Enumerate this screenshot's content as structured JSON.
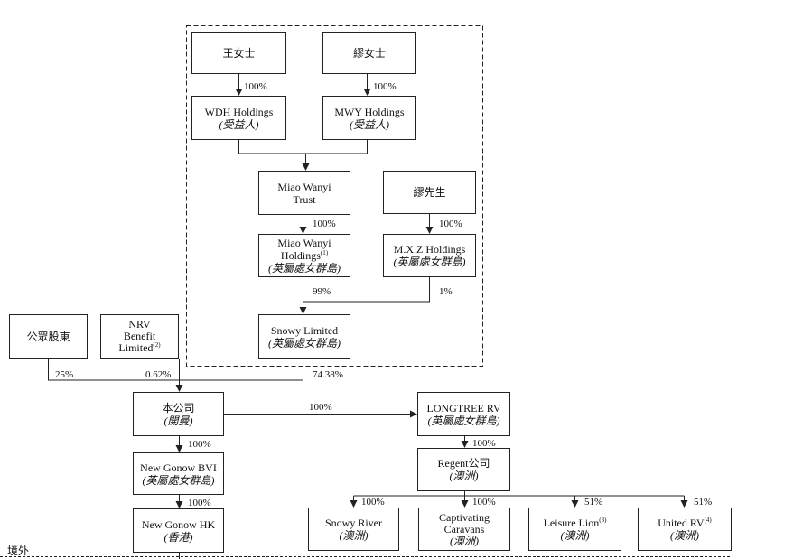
{
  "boxes": {
    "wang": {
      "name": "王女士"
    },
    "miao_ms": {
      "name": "繆女士"
    },
    "wdh": {
      "name": "WDH Holdings",
      "note": "(受益人)"
    },
    "mwy": {
      "name": "MWY Holdings",
      "note": "(受益人)"
    },
    "trust": {
      "line1": "Miao Wanyi",
      "line2": "Trust"
    },
    "miao_mr": {
      "name": "繆先生"
    },
    "mwy_holdings": {
      "line1": "Miao Wanyi",
      "line2": "Holdings",
      "footnote": "(1)",
      "note": "(英屬處女群島)"
    },
    "mxz": {
      "name": "M.X.Z Holdings",
      "note": "(英屬處女群島)"
    },
    "public": {
      "name": "公眾股東"
    },
    "nrv": {
      "line1": "NRV",
      "line2": "Benefit",
      "line3": "Limited",
      "footnote": "(2)"
    },
    "snowy_ltd": {
      "name": "Snowy Limited",
      "note": "(英屬處女群島)"
    },
    "company": {
      "name": "本公司",
      "note": "(開曼)"
    },
    "longtree": {
      "name": "LONGTREE RV",
      "note": "(英屬處女群島)"
    },
    "regent": {
      "name": "Regent公司",
      "note": "(澳洲)"
    },
    "gonow_bvi": {
      "name": "New Gonow BVI",
      "note": "(英屬處女群島)"
    },
    "gonow_hk": {
      "name": "New Gonow HK",
      "note": "(香港)"
    },
    "snowy_river": {
      "name": "Snowy River",
      "note": "(澳洲)"
    },
    "captivating": {
      "line1": "Captivating",
      "line2": "Caravans",
      "note": "(澳洲)"
    },
    "leisure": {
      "name": "Leisure Lion",
      "footnote": "(3)",
      "note": "(澳洲)"
    },
    "united": {
      "name": "United RV",
      "footnote": "(4)",
      "note": "(澳洲)"
    }
  },
  "percentages": {
    "wang_wdh": "100%",
    "miao_mwy": "100%",
    "trust_holdings": "100%",
    "mr_mxz": "100%",
    "holdings_snowy": "99%",
    "mxz_snowy": "1%",
    "public": "25%",
    "nrv": "0.62%",
    "snowy_company": "74.38%",
    "company_longtree": "100%",
    "longtree_regent": "100%",
    "company_bvi": "100%",
    "bvi_hk": "100%",
    "regent_snowy_river": "100%",
    "regent_captivating": "100%",
    "regent_leisure": "51%",
    "regent_united": "51%"
  },
  "labels": {
    "offshore": "境外"
  }
}
